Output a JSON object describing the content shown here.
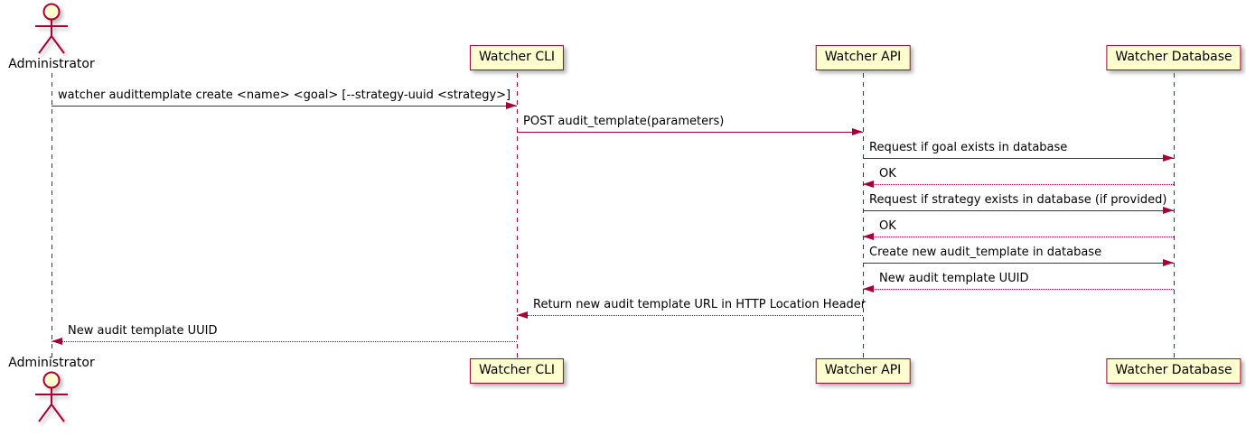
{
  "diagram": {
    "type": "sequence",
    "colors": {
      "accent": "#A80036",
      "participant_fill": "#FEFECE",
      "text": "#000000",
      "background": "#FFFFFF"
    },
    "participants": [
      {
        "id": "administrator",
        "label": "Administrator",
        "kind": "actor"
      },
      {
        "id": "watcher-cli",
        "label": "Watcher CLI",
        "kind": "participant"
      },
      {
        "id": "watcher-api",
        "label": "Watcher API",
        "kind": "participant"
      },
      {
        "id": "watcher-database",
        "label": "Watcher Database",
        "kind": "participant"
      }
    ],
    "messages": [
      {
        "from": "administrator",
        "to": "watcher-cli",
        "line": "solid",
        "label": "watcher audittemplate create <name> <goal> [--strategy-uuid <strategy>]"
      },
      {
        "from": "watcher-cli",
        "to": "watcher-api",
        "line": "solid",
        "label": "POST audit_template(parameters)"
      },
      {
        "from": "watcher-api",
        "to": "watcher-database",
        "line": "solid",
        "label": "Request if goal exists in database"
      },
      {
        "from": "watcher-database",
        "to": "watcher-api",
        "line": "dashed",
        "label": "OK"
      },
      {
        "from": "watcher-api",
        "to": "watcher-database",
        "line": "solid",
        "label": "Request if strategy exists in database (if provided)"
      },
      {
        "from": "watcher-database",
        "to": "watcher-api",
        "line": "dashed",
        "label": "OK"
      },
      {
        "from": "watcher-api",
        "to": "watcher-database",
        "line": "solid",
        "label": "Create new audit_template in database"
      },
      {
        "from": "watcher-database",
        "to": "watcher-api",
        "line": "dashed",
        "label": "New audit template UUID"
      },
      {
        "from": "watcher-api",
        "to": "watcher-cli",
        "line": "dashed",
        "label": "Return new audit template URL in HTTP Location Header"
      },
      {
        "from": "watcher-cli",
        "to": "administrator",
        "line": "dashed",
        "label": "New audit template UUID"
      }
    ]
  }
}
